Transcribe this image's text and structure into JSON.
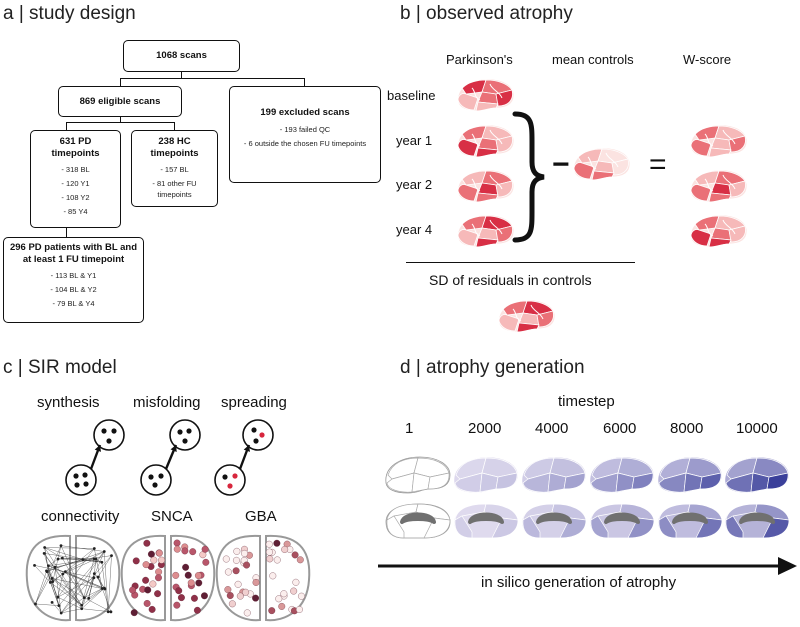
{
  "panel_a": {
    "title": "a | study design",
    "root": "1068 scans",
    "eligible": "869 eligible scans",
    "excluded": {
      "title": "199 excluded scans",
      "lines": [
        "- 193 failed QC",
        "- 6 outside the chosen FU timepoints"
      ]
    },
    "pd": {
      "title": "631 PD timepoints",
      "lines": [
        "- 318 BL",
        "- 120 Y1",
        "- 108 Y2",
        "- 85 Y4"
      ]
    },
    "hc": {
      "title": "238 HC timepoints",
      "lines": [
        "- 157 BL",
        "- 81 other FU timepoints"
      ]
    },
    "patients": {
      "title": "296 PD patients with BL and at least 1 FU timepoint",
      "lines": [
        "- 113 BL & Y1",
        "- 104 BL & Y2",
        "- 79 BL & Y4"
      ]
    }
  },
  "panel_b": {
    "title": "b | observed atrophy",
    "col_pd": "Parkinson's",
    "col_controls": "mean controls",
    "col_w": "W-score",
    "rows": [
      "baseline",
      "year 1",
      "year 2",
      "year 4"
    ],
    "minus": "−",
    "equals": "=",
    "sd_label": "SD of residuals in controls",
    "colors": {
      "dark": "#d7263d",
      "mid": "#ea6a72",
      "light": "#f6b7b7",
      "pale": "#fbe3e1"
    }
  },
  "panel_c": {
    "title": "c | SIR model",
    "mechanisms": [
      "synthesis",
      "misfolding",
      "spreading"
    ],
    "maps": [
      "connectivity",
      "SNCA",
      "GBA"
    ]
  },
  "panel_d": {
    "title": "d | atrophy generation",
    "axis_title": "timestep",
    "timesteps": [
      "1",
      "2000",
      "4000",
      "6000",
      "8000",
      "10000"
    ],
    "arrow_label": "in silico generation of atrophy",
    "colors": {
      "low": "#e9e4f3",
      "high": "#3a3f9a"
    }
  }
}
